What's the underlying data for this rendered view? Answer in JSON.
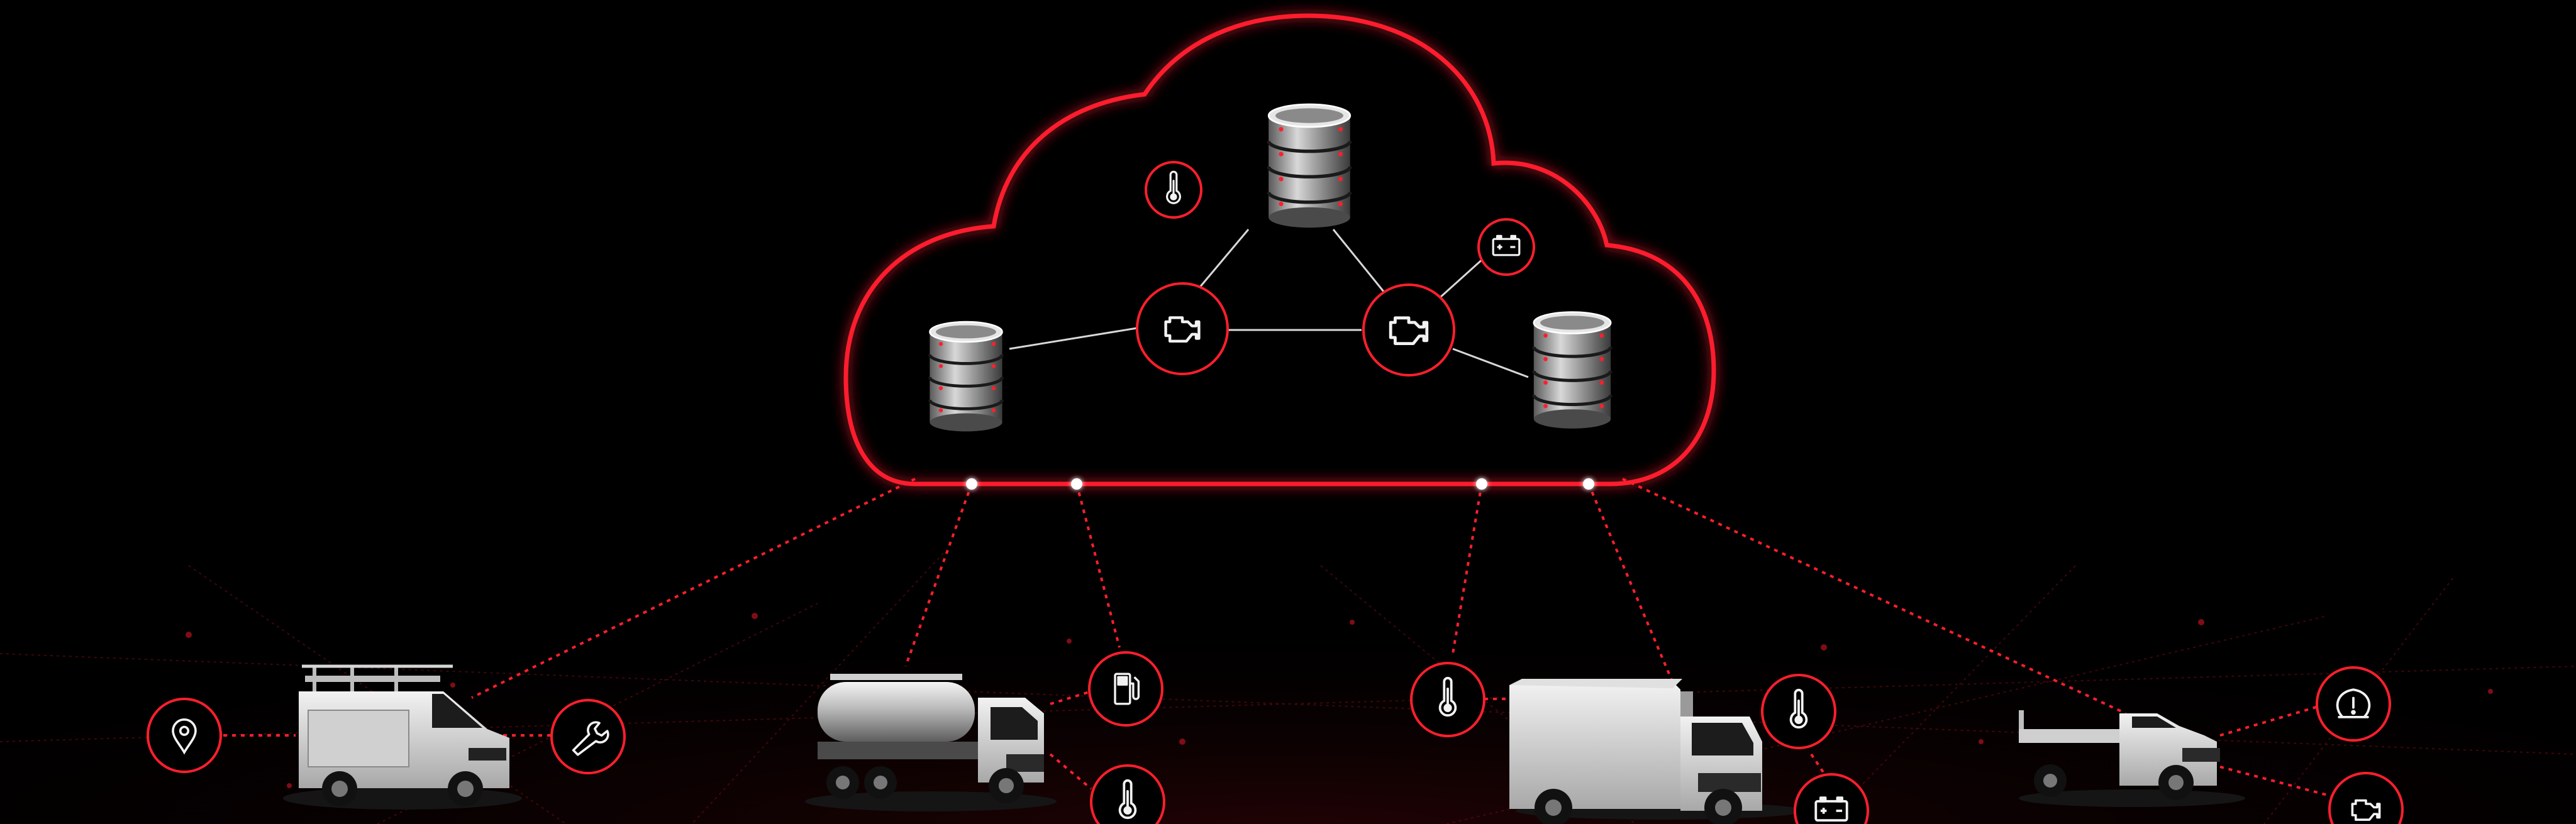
{
  "colors": {
    "background": "#000000",
    "accent_red": "#ff1f2d",
    "icon_white": "#f2f2f2"
  },
  "cloud": {
    "databases": [
      "database-icon",
      "database-icon",
      "database-icon"
    ],
    "icons": [
      "thermometer-icon",
      "battery-icon",
      "check-engine-icon",
      "check-engine-icon"
    ]
  },
  "vehicles": [
    {
      "type": "utility-van",
      "icons": [
        "location-pin-icon",
        "wrench-icon"
      ]
    },
    {
      "type": "tanker-truck",
      "icons": [
        "fuel-pump-icon",
        "thermometer-icon"
      ]
    },
    {
      "type": "refrigerated-box-truck",
      "icons": [
        "thermometer-icon",
        "thermometer-icon",
        "battery-icon"
      ]
    },
    {
      "type": "flatbed-pickup-truck",
      "icons": [
        "tire-pressure-warning-icon",
        "check-engine-icon"
      ]
    }
  ]
}
